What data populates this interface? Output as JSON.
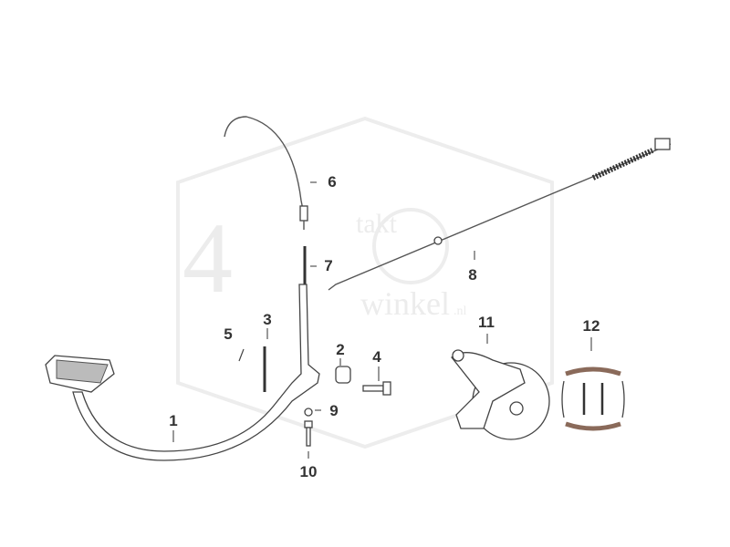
{
  "watermark": {
    "line1": "4",
    "line2": "takt",
    "line3": "winkel",
    ".nl": ".nl"
  },
  "callouts": [
    "1",
    "2",
    "3",
    "4",
    "5",
    "6",
    "7",
    "8",
    "9",
    "10",
    "11",
    "12"
  ],
  "colors": {
    "line": "#444444",
    "label": "#333333",
    "watermark": "#ececec",
    "brake_lining": "#8a6a5a"
  }
}
